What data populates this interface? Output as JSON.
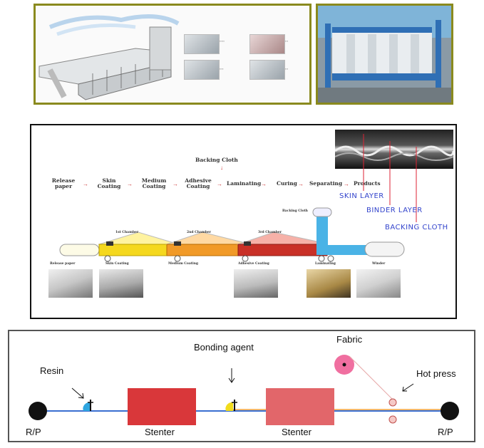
{
  "process_flow": {
    "backing_cloth_top": "Backing Cloth",
    "steps": [
      "Release paper",
      "Skin Coating",
      "Medium Coating",
      "Adhesive Coating",
      "Laminating",
      "Curing",
      "Separating",
      "Products"
    ],
    "layers": [
      "SKIN LAYER",
      "BINDER LAYER",
      "BACKING CLOTH"
    ]
  },
  "line_diagram": {
    "chambers": [
      "1st Chamber",
      "2nd Chamber",
      "3rd Chamber"
    ],
    "backing_cloth_label": "Backing Cloth",
    "bottom_labels": [
      "Release paper",
      "Skin Coating",
      "Medium Coating",
      "Adhesive Coating",
      "Laminating",
      "Winder"
    ]
  },
  "bonding_diagram": {
    "resin": "Resin",
    "bonding_agent": "Bonding agent",
    "fabric": "Fabric",
    "hot_press": "Hot press",
    "rp_left": "R/P",
    "rp_right": "R/P",
    "stenter_1": "Stenter",
    "stenter_2": "Stenter"
  },
  "colors": {
    "panel_border": "#8a8a1e",
    "layer_text": "#3344cc",
    "stenter_1": "#d9373a",
    "stenter_2": "#e2666a",
    "fabric": "#f06fa0"
  }
}
